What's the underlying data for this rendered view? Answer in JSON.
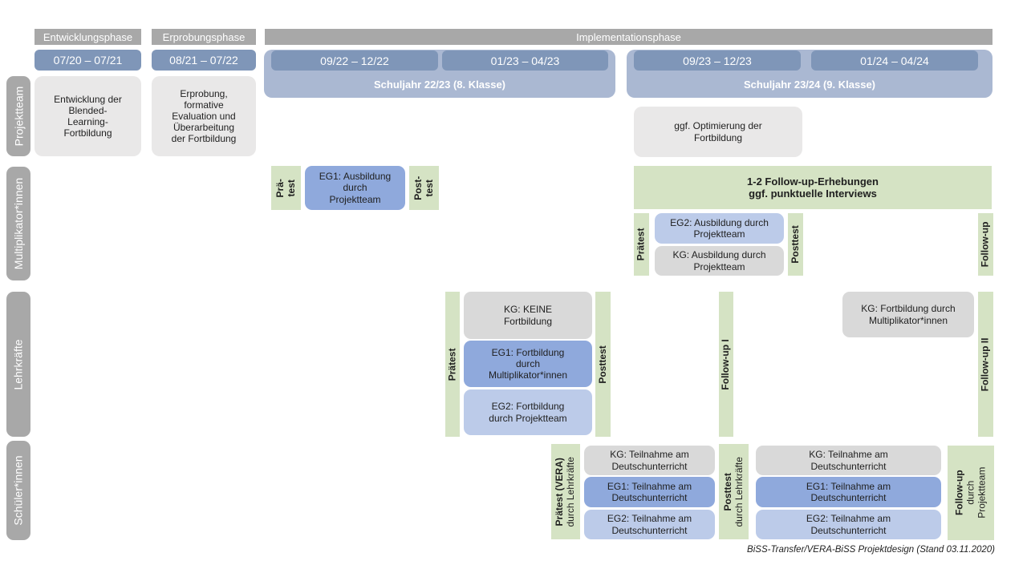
{
  "caption": "BiSS-Transfer/VERA-BiSS Projektdesign (Stand 03.11.2020)",
  "colors": {
    "phase_header_gray": "#a8a8a8",
    "row_label_gray": "#a8a8a8",
    "date_bar_blue": "#7f96b8",
    "school_year_band_blue": "#aab8d2",
    "box_light_gray": "#e9e8e8",
    "box_kg_gray": "#d9d9d9",
    "box_eg1_blue": "#8fa9dc",
    "box_eg2_blue": "#bccbe9",
    "box_green": "#d5e3c4"
  },
  "header": {
    "phases": [
      "Entwicklungsphase",
      "Erprobungsphase",
      "Implementationsphase"
    ],
    "dates": [
      "07/20 – 07/21",
      "08/21 – 07/22",
      "09/22 – 12/22",
      "01/23 – 04/23",
      "09/23 – 12/23",
      "01/24 – 04/24"
    ],
    "school_years": [
      "Schuljahr 22/23 (8. Klasse)",
      "Schuljahr 23/24 (9. Klasse)"
    ]
  },
  "row_labels": [
    "Projektteam",
    "Multiplikator*innen",
    "Lehrkräfte",
    "Schüler*innen"
  ],
  "projektteam": {
    "entwicklung": "Entwicklung der\nBlended-\nLearning-\nFortbildung",
    "erprobung": "Erprobung,\nformative\nEvaluation und\nÜberarbeitung\nder Fortbildung",
    "optimierung": "ggf. Optimierung der\nFortbildung"
  },
  "multiplikatoren": {
    "praetest_small": "Prä-\ntest",
    "eg1": "EG1: Ausbildung\ndurch\nProjektteam",
    "posttest_small": "Post-\ntest",
    "followup_erhebungen": "1-2 Follow-up-Erhebungen\nggf. punktuelle Interviews",
    "praetest": "Prätest",
    "eg2": "EG2: Ausbildung durch\nProjektteam",
    "kg": "KG: Ausbildung durch\nProjektteam",
    "posttest": "Posttest",
    "followup": "Follow-up"
  },
  "lehrkraefte": {
    "praetest": "Prätest",
    "kg": "KG: KEINE\nFortbildung",
    "eg1": "EG1: Fortbildung\ndurch\nMultiplikator*innen",
    "eg2": "EG2: Fortbildung\ndurch Projektteam",
    "posttest": "Posttest",
    "followup_1": "Follow-up I",
    "kg_fortbildung": "KG: Fortbildung durch\nMultiplikator*innen",
    "followup_2": "Follow-up II"
  },
  "schueler": {
    "praetest_bold": "Prätest (VERA)",
    "praetest_sub": "durch Lehrkräfte",
    "kg_1": "KG: Teilnahme am\nDeutschunterricht",
    "eg1_1": "EG1: Teilnahme am\nDeutschunterricht",
    "eg2_1": "EG2: Teilnahme am\nDeutschunterricht",
    "posttest_bold": "Posttest",
    "posttest_sub": "durch Lehrkräfte",
    "kg_2": "KG: Teilnahme am\nDeutschunterricht",
    "eg1_2": "EG1: Teilnahme am\nDeutschunterricht",
    "eg2_2": "EG2: Teilnahme am\nDeutschunterricht",
    "followup_bold": "Follow-up",
    "followup_sub": "durch\nProjektteam"
  }
}
